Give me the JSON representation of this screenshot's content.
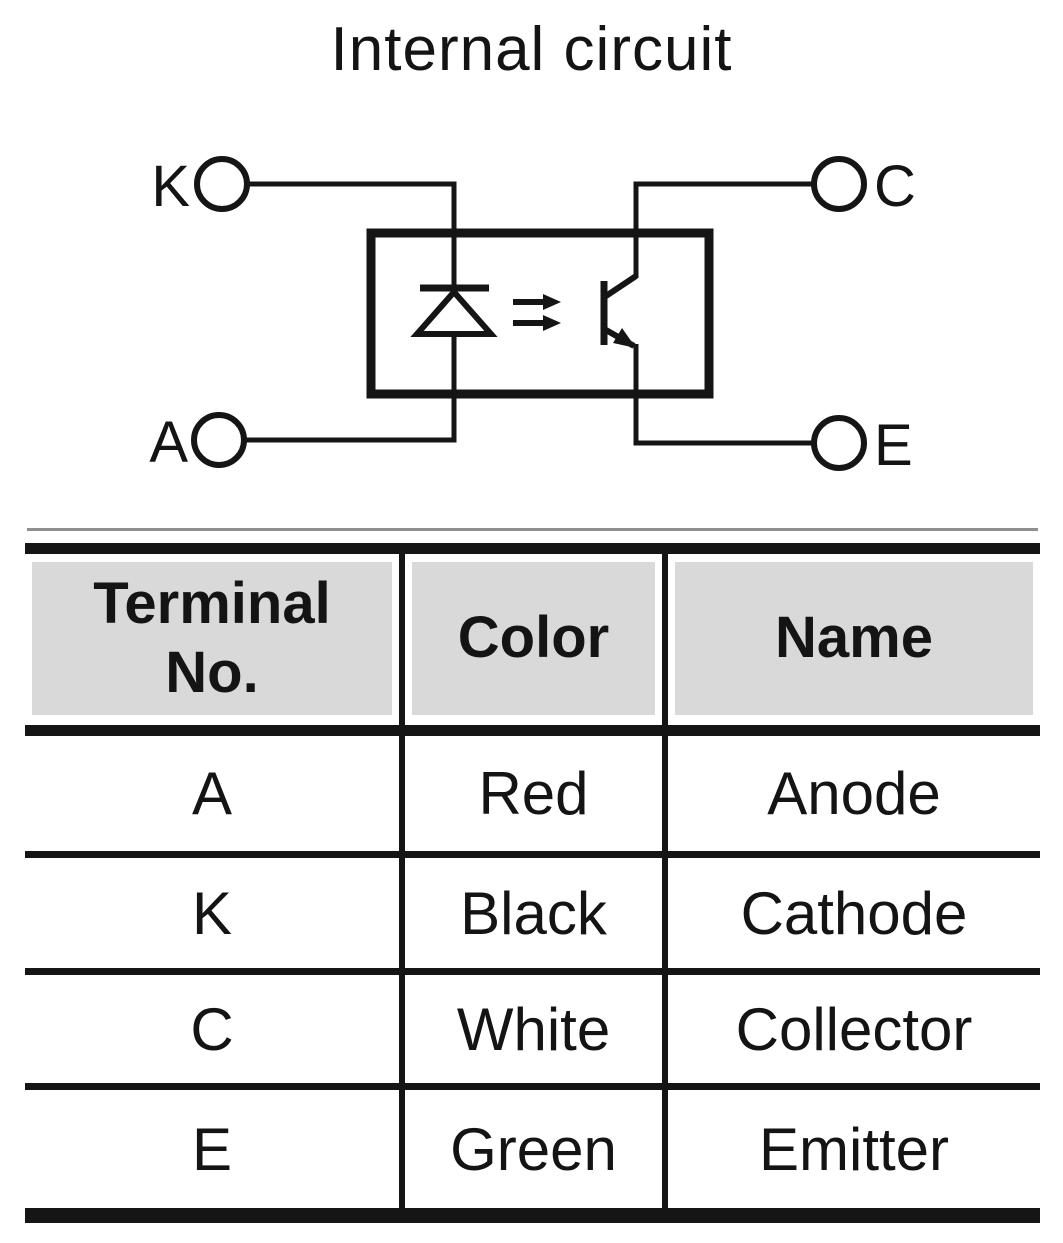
{
  "title": "Internal circuit",
  "colors": {
    "line": "#151515",
    "header_bg": "#d9d9d9",
    "hairline": "#8f8f8f",
    "text": "#141414",
    "background": "#ffffff"
  },
  "circuit": {
    "components": [
      "led-diode",
      "phototransistor",
      "package-box",
      "light-arrows"
    ],
    "terminals": [
      {
        "id": "K",
        "label": "K",
        "position": "top-left"
      },
      {
        "id": "A",
        "label": "A",
        "position": "bottom-left"
      },
      {
        "id": "C",
        "label": "C",
        "position": "top-right"
      },
      {
        "id": "E",
        "label": "E",
        "position": "bottom-right"
      }
    ]
  },
  "table": {
    "headers": [
      "Terminal\nNo.",
      "Color",
      "Name"
    ],
    "rows": [
      {
        "terminal": "A",
        "color": "Red",
        "name": "Anode"
      },
      {
        "terminal": "K",
        "color": "Black",
        "name": "Cathode"
      },
      {
        "terminal": "C",
        "color": "White",
        "name": "Collector"
      },
      {
        "terminal": "E",
        "color": "Green",
        "name": "Emitter"
      }
    ]
  }
}
